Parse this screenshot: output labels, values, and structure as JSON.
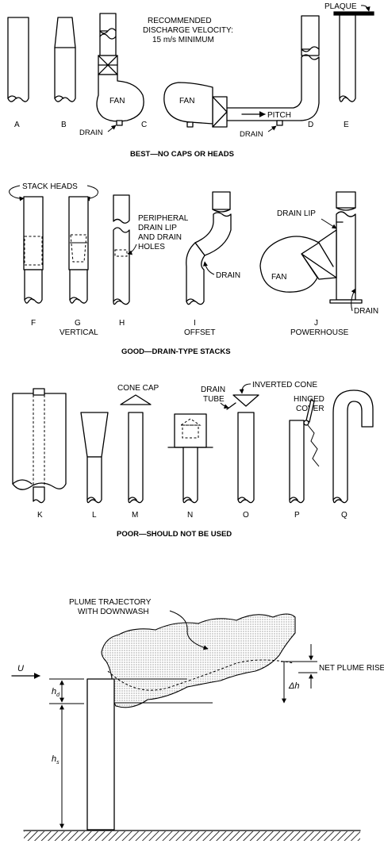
{
  "top": {
    "note_line1": "RECOMMENDED",
    "note_line2": "DISCHARGE VELOCITY:",
    "note_line3": "15 m/s MINIMUM",
    "plaque": "PLAQUE",
    "fan_c": "FAN",
    "fan_d": "FAN",
    "pitch": "PITCH",
    "drain_c": "DRAIN",
    "drain_d": "DRAIN",
    "letters": [
      "A",
      "B",
      "C",
      "D",
      "E"
    ],
    "caption": "BEST—NO CAPS OR HEADS"
  },
  "middle": {
    "stack_heads": "STACK HEADS",
    "peripheral_line1": "PERIPHERAL",
    "peripheral_line2": "DRAIN LIP",
    "peripheral_line3": "AND DRAIN",
    "peripheral_line4": "HOLES",
    "drain_i": "DRAIN",
    "drain_lip": "DRAIN LIP",
    "fan_j": "FAN",
    "drain_j": "DRAIN",
    "letters": [
      "F",
      "G",
      "H",
      "I",
      "J"
    ],
    "sub_vertical": "VERTICAL",
    "sub_offset": "OFFSET",
    "sub_powerhouse": "POWERHOUSE",
    "caption": "GOOD—DRAIN-TYPE STACKS"
  },
  "bottom": {
    "cone_cap": "CONE CAP",
    "drain_tube_line1": "DRAIN",
    "drain_tube_line2": "TUBE",
    "inverted_cone": "INVERTED CONE",
    "hinged_line1": "HINGED",
    "hinged_line2": "COVER",
    "letters": [
      "K",
      "L",
      "M",
      "N",
      "O",
      "P",
      "Q"
    ],
    "caption": "POOR—SHOULD NOT BE USED"
  },
  "plume": {
    "traj_line1": "PLUME TRAJECTORY",
    "traj_line2": "WITH DOWNWASH",
    "wind": "U",
    "net_rise": "NET PLUME RISE",
    "delta_h": "Δh",
    "hd_base": "h",
    "hd_sub": "d",
    "hs_base": "h",
    "hs_sub": "s"
  }
}
